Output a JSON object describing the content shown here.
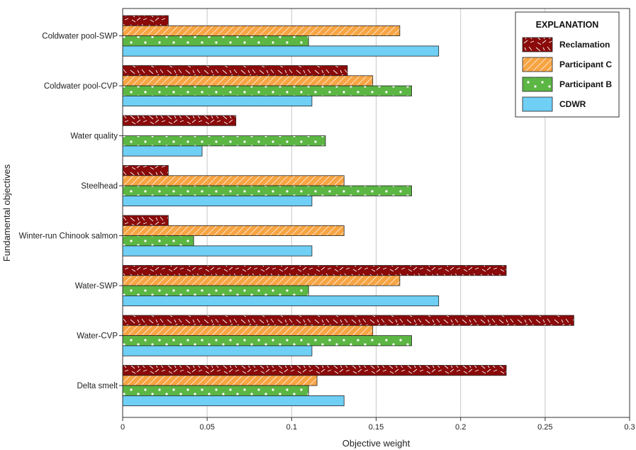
{
  "chart_data": {
    "type": "bar",
    "orientation": "horizontal",
    "xlabel": "Objective weight",
    "ylabel": "Fundamental objectives",
    "xlim": [
      0,
      0.3
    ],
    "xticks": [
      0,
      0.05,
      0.1,
      0.15,
      0.2,
      0.25,
      0.3
    ],
    "xtick_labels": [
      "0",
      "0.05",
      "0.1",
      "0.15",
      "0.2",
      "0.25",
      "0.3"
    ],
    "grid": "vertical",
    "legend_title": "EXPLANATION",
    "legend_position": "top-right",
    "categories": [
      "Coldwater pool-SWP",
      "Coldwater pool-CVP",
      "Water quality",
      "Steelhead",
      "Winter-run Chinook salmon",
      "Water-SWP",
      "Water-CVP",
      "Delta smelt"
    ],
    "series": [
      {
        "name": "Reclamation",
        "color": "#8b0a0a",
        "pattern": "white-dashes",
        "values": [
          0.027,
          0.133,
          0.067,
          0.027,
          0.027,
          0.227,
          0.267,
          0.227
        ]
      },
      {
        "name": "Participant C",
        "color": "#f7a443",
        "pattern": "white-diagonal-lines",
        "values": [
          0.164,
          0.148,
          0,
          0.131,
          0.131,
          0.164,
          0.148,
          0.115
        ]
      },
      {
        "name": "Participant B",
        "color": "#5cb644",
        "pattern": "white-dots",
        "values": [
          0.11,
          0.171,
          0.12,
          0.171,
          0.042,
          0.11,
          0.171,
          0.11
        ]
      },
      {
        "name": "CDWR",
        "color": "#6fcff5",
        "pattern": "solid",
        "values": [
          0.187,
          0.112,
          0.047,
          0.112,
          0.112,
          0.187,
          0.112,
          0.131
        ]
      }
    ]
  }
}
